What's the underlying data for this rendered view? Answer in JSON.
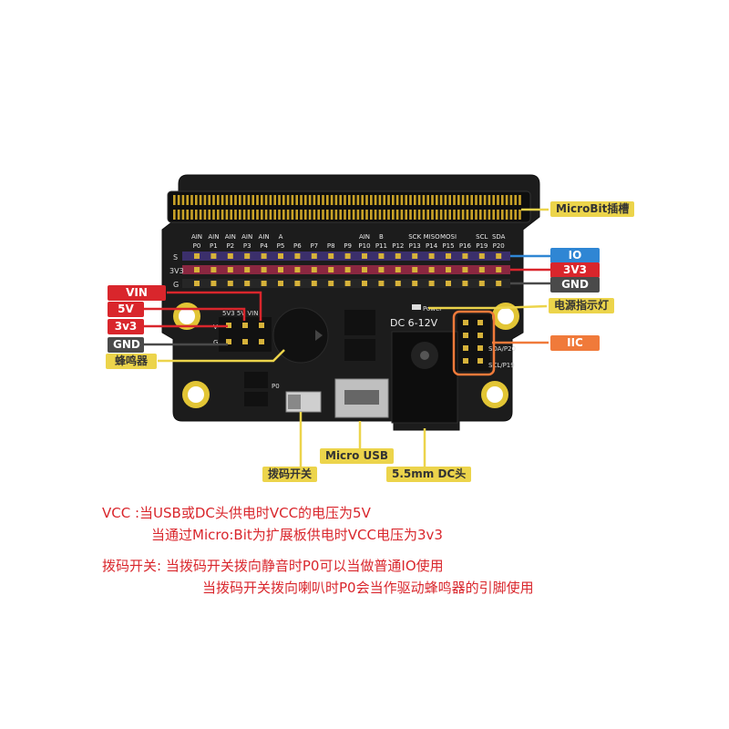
{
  "board": {
    "pin_header_top": [
      "AIN",
      "AIN",
      "AIN",
      "AIN",
      "AIN",
      "A",
      "",
      "",
      "",
      "",
      "AIN",
      "B",
      "",
      "SCK",
      "MISO",
      "MOSI",
      "",
      "SCL",
      "SDA"
    ],
    "pin_header_bottom": [
      "P0",
      "P1",
      "P2",
      "P3",
      "P4",
      "P5",
      "P6",
      "P7",
      "P8",
      "P9",
      "P10",
      "P11",
      "P12",
      "P13",
      "P14",
      "P15",
      "P16",
      "P19",
      "P20"
    ],
    "row_labels": [
      "S",
      "3V3",
      "G"
    ],
    "power_label": "Power",
    "dc_label": "DC 6-12V",
    "left_header_top": "5V3 5V  VIN",
    "left_header_v": "V",
    "left_header_g": "G",
    "p0_label": "P0",
    "iic_pin1": "SDA/P20",
    "iic_pin2": "SCL/P19"
  },
  "callouts": {
    "microbit_slot": "MicroBit插槽",
    "io": "IO",
    "v3v3": "3V3",
    "gnd_right": "GND",
    "power_led": "电源指示灯",
    "iic": "IIC",
    "vin": "VIN",
    "v5": "5V",
    "v3v3_left": "3v3",
    "gnd_left": "GND",
    "buzzer": "蜂鸣器",
    "micro_usb": "Micro USB",
    "dc_jack": "5.5mm DC头",
    "dip_switch": "拨码开关"
  },
  "notes": {
    "line1": "VCC :当USB或DC头供电时VCC的电压为5V",
    "line2": "当通过Micro:Bit为扩展板供电时VCC电压为3v3",
    "line3": "拨码开关: 当拨码开关拨向静音时P0可以当做普通IO使用",
    "line4": "当拨码开关拨向喇叭时P0会当作驱动蜂鸣器的引脚使用"
  },
  "colors": {
    "board": "#1c1c1c",
    "gold": "#c9a227",
    "red": "#d9262c",
    "blue": "#2f86d4",
    "yellow": "#ecd44b",
    "orange": "#f07a3a",
    "gray": "#4a4a4a",
    "purple": "#6b3a9c"
  }
}
